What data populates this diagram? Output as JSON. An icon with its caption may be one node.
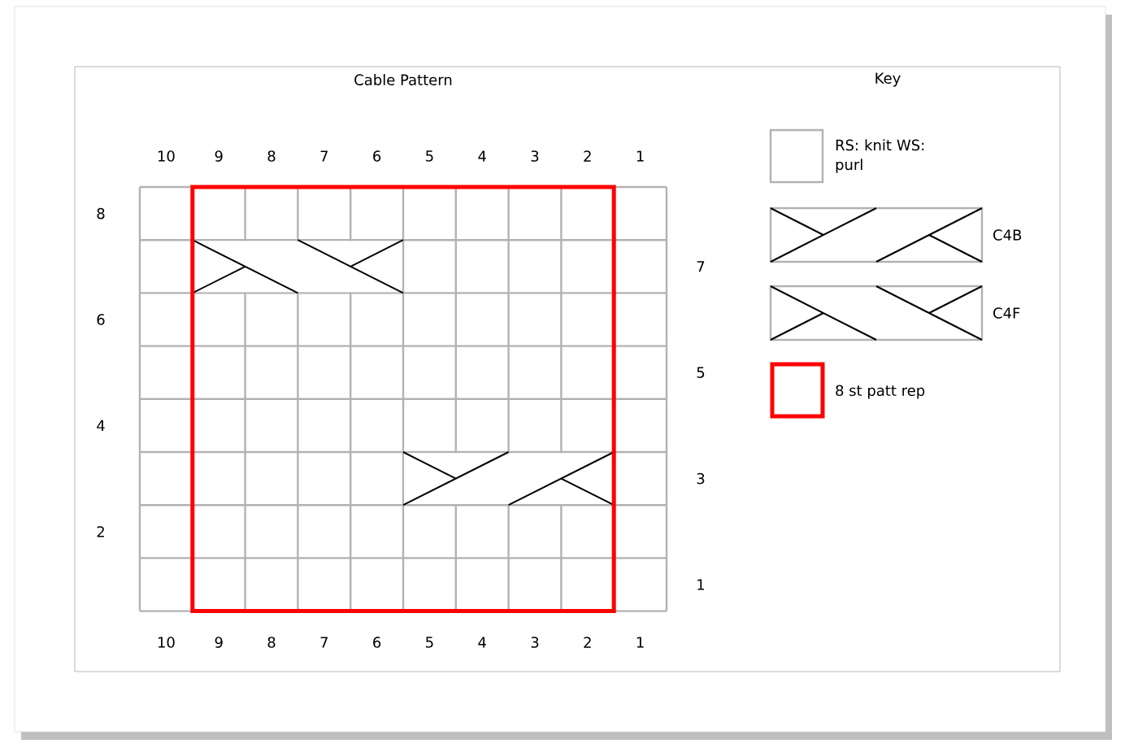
{
  "diagram": {
    "title": "Cable Pattern",
    "labels": [
      "Key",
      "10",
      "9",
      "8",
      "7",
      "6",
      "5",
      "4",
      "3",
      "2",
      "1",
      "8",
      "7",
      "6",
      "5",
      "4",
      "3",
      "2",
      "1",
      "10",
      "9",
      "8",
      "7",
      "6",
      "5",
      "4",
      "3",
      "2",
      "1"
    ],
    "legend": [
      {
        "text": "RS: knit WS: purl"
      },
      {
        "text": "C4B"
      },
      {
        "text": "C4F"
      },
      {
        "text": "8 st patt rep"
      }
    ]
  }
}
